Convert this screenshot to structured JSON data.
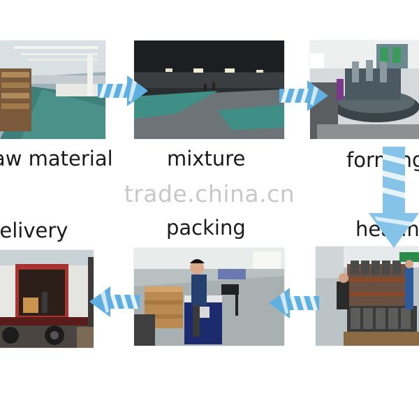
{
  "steps": [
    {
      "label": "raw material"
    },
    {
      "label": "mixture"
    },
    {
      "label": "forming"
    },
    {
      "label": "heating"
    },
    {
      "label": "packing"
    },
    {
      "label": "delivery"
    }
  ],
  "watermark": "trade.china.cn",
  "colors": {
    "arrow": "#5fb0e0",
    "arrow_light": "#bfe1f5",
    "text": "#1a1a1a",
    "watermark": "#c8c8c8"
  }
}
